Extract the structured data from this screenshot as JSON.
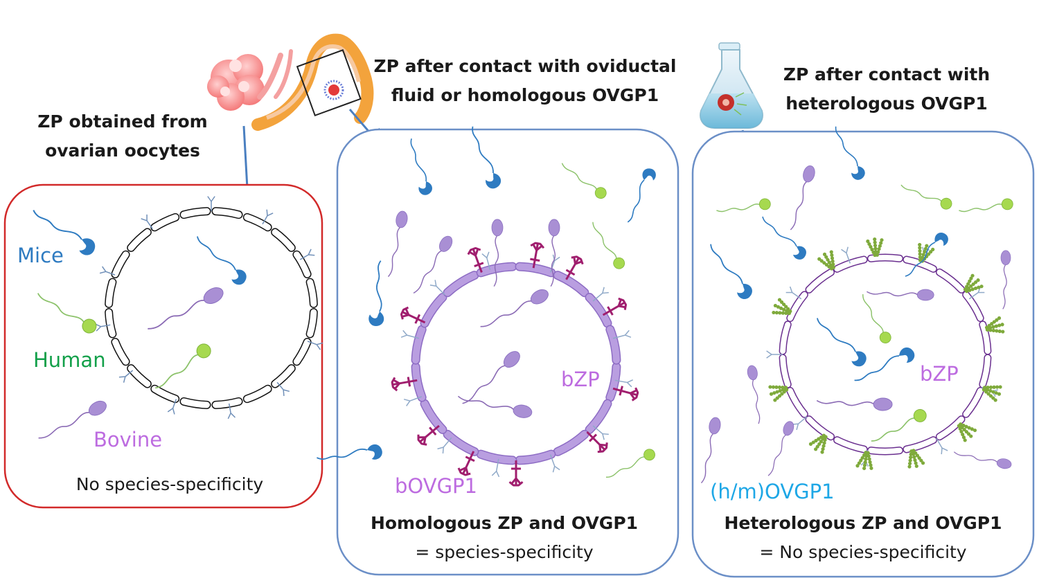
{
  "headers": {
    "ovarian": [
      "ZP obtained from",
      "ovarian oocytes"
    ],
    "homologous": [
      "ZP after contact with oviductal",
      "fluid or homologous OVGP1"
    ],
    "heterologous": [
      "ZP after contact with",
      "heterologous OVGP1"
    ]
  },
  "panel1": {
    "species": {
      "mice": "Mice",
      "human": "Human",
      "bovine": "Bovine"
    },
    "caption": "No species-specificity"
  },
  "panel2": {
    "zp_label": "bZP",
    "protein_label": "bOVGP1",
    "caption_title": "Homologous ZP and OVGP1",
    "caption_sub": "= species-specificity"
  },
  "panel3": {
    "zp_label": "bZP",
    "protein_label": "(h/m)OVGP1",
    "caption_title": "Heterologous ZP and OVGP1",
    "caption_sub": "= No species-specificity"
  },
  "colors": {
    "mice": "#2e7bc1",
    "human": "#13a04a",
    "bovine": "#bd6ce0",
    "bovine_sperm": "#a98fd4",
    "human_sperm": "#a6d94f",
    "panel1_border": "#d22a2a",
    "panel_border": "#6b8fc7",
    "bovgp1": "#a01e6e",
    "hmovgp1": "#7faa3c",
    "hm_label": "#1ea7e6"
  }
}
